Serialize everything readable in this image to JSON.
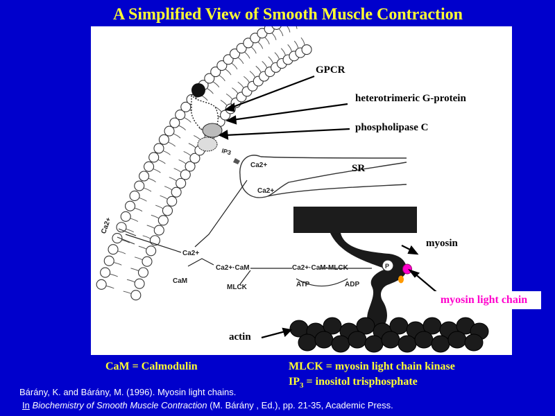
{
  "title": "A Simplified View of Smooth Muscle Contraction",
  "labels": {
    "gpcr": "GPCR",
    "g_protein": "heterotrimeric G-protein",
    "plc": "phospholipase C",
    "sr": "SR",
    "myosin": "myosin",
    "myosin_light_chain": "myosin light chain",
    "actin": "actin"
  },
  "diagram_text": {
    "ip3": "IP3",
    "ca_sr1": "Ca2+",
    "ca_sr2": "Ca2+",
    "ca_channel": "Ca2+",
    "ca_cyto": "Ca2+",
    "cam": "CaM",
    "ca_cam": "Ca2+·CaM",
    "mlck": "MLCK",
    "ca_cam_mlck": "Ca2+·CaM·MLCK",
    "atp": "ATP",
    "adp": "ADP",
    "p": "P"
  },
  "abbreviations": {
    "cam": "CaM = Calmodulin",
    "mlck": "MLCK = myosin light chain kinase",
    "ip3_prefix": "IP",
    "ip3_sub": "3",
    "ip3_rest": " = inositol trisphosphate"
  },
  "citation": {
    "line1": "Bárány, K. and Bárány, M. (1996). Myosin light chains.",
    "in": "In",
    "book": "Biochemistry of Smooth Muscle Contraction",
    "rest": " (M. Bárány , Ed.), pp. 21-35, Academic Press."
  },
  "colors": {
    "background": "#0000cc",
    "title": "#ffff33",
    "highlight": "#ff00cc",
    "orange": "#ff9900"
  }
}
